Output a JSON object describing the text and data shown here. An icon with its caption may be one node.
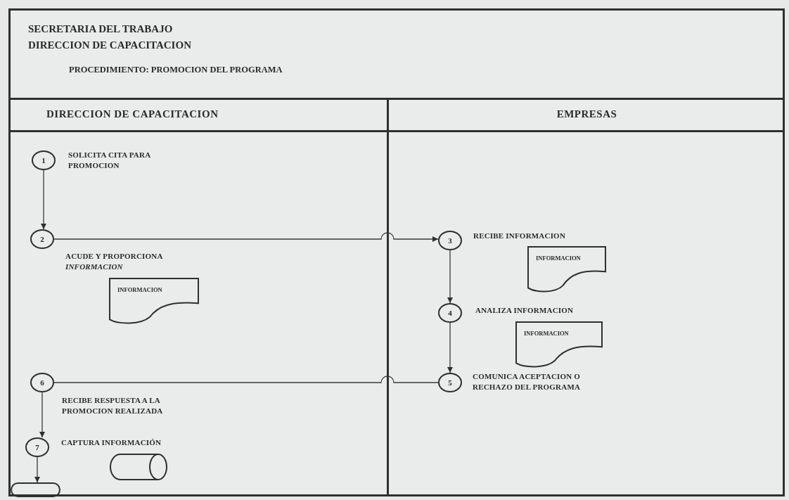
{
  "diagram": {
    "title": "SECRETARIA DEL TRABAJO",
    "nodes": [
      {
        "text": [
          "DIRECCION DE CAPACITACION"
        ]
      },
      {
        "text": [
          "EMPRESAS"
        ]
      },
      {
        "text": [
          "1"
        ],
        "in": 0,
        "beside": [
          "SOLICITA CITA PARA PROMOCION"
        ]
      },
      {
        "text": [
          "2"
        ],
        "in": 0,
        "beside": [
          "ACUDE Y PROPORCIONA *INFORMACION*"
        ]
      },
      {
        "text": [
          "INFORMACION"
        ],
        "in": 0
      },
      {
        "text": [
          "3"
        ],
        "in": 1,
        "beside": [
          "RECIBE INFORMACION"
        ]
      },
      {
        "text": [
          "INFORMACION"
        ],
        "in": 1
      },
      {
        "text": [
          "4"
        ],
        "in": 1,
        "beside": [
          "ANALIZA INFORMACION"
        ]
      },
      {
        "text": [
          "INFORMACION"
        ],
        "in": 1
      },
      {
        "text": [
          "5"
        ],
        "in": 1,
        "beside": [
          "COMUNICA ACEPTACION O RECHAZO DEL PROGRAMA"
        ]
      },
      {
        "text": [
          "6"
        ],
        "in": 0,
        "beside": [
          "RECIBE RESPUESTA A LA PROMOCION REALIZADA"
        ]
      },
      {
        "text": [
          "7"
        ],
        "in": 0,
        "beside": [
          "CAPTURA INFORMACIÓN"
        ]
      },
      {
        "text": [],
        "shape": "cylinder",
        "in": 0
      },
      {
        "text": [],
        "shape": "oval",
        "in": 0
      }
    ],
    "edges": [
      {
        "from": 2,
        "to": 3,
        "arrow": "to"
      },
      {
        "from": 3,
        "to": 5,
        "arrow": "to"
      },
      {
        "from": 5,
        "to": 7,
        "arrow": "to"
      },
      {
        "from": 7,
        "to": 9,
        "arrow": "to"
      },
      {
        "from": 9,
        "to": 10,
        "arrow": "none"
      },
      {
        "from": 10,
        "to": 11,
        "arrow": "to"
      },
      {
        "from": 11,
        "to": 13,
        "arrow": "to"
      }
    ],
    "labels": [
      "DIRECCION DE CAPACITACION",
      "PROCEDIMIENTO: PROMOCION DEL PROGRAMA"
    ]
  }
}
